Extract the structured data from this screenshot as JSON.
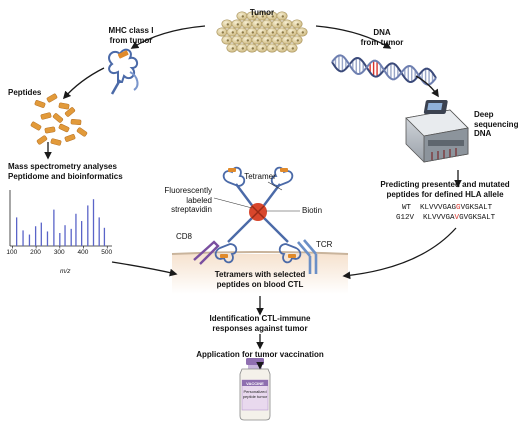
{
  "labels": {
    "tumor": "Tumor",
    "mhc": "MHC class I\nfrom tumor",
    "dna": "DNA\nfrom tumor",
    "peptides": "Peptides",
    "deep_seq": "Deep\nsequencing\nDNA",
    "mass_spec": "Mass spectrometry analyses\nPeptidome and bioinformatics",
    "predicting": "Predicting presented and mutated\npeptides for defined HLA allele",
    "tetramer": "Tetramer",
    "fluor": "Fluorescently\nlabeled\nstreptavidin",
    "biotin": "Biotin",
    "cd8": "CD8",
    "tcr": "TCR",
    "tetramers_selected": "Tetramers with selected\npeptides on blood CTL",
    "identification": "Identification CTL-immune\nresponses against tumor",
    "application": "Application for tumor vaccination"
  },
  "sequences": {
    "wt_label": "WT",
    "wt_seq_a": "KLVVVGAG",
    "wt_seq_mut": "G",
    "wt_seq_b": "VGKSALT",
    "g12v_label": "G12V",
    "g12v_seq_a": "KLVVVGA",
    "g12v_seq_mut": "V",
    "g12v_seq_b": "GVGKSALT"
  },
  "spectrum": {
    "xlabel": "m/z",
    "ticks": [
      "100",
      "200",
      "300",
      "400",
      "500"
    ],
    "peaks": [
      {
        "mz": 118,
        "h": 0.55
      },
      {
        "mz": 145,
        "h": 0.3
      },
      {
        "mz": 172,
        "h": 0.22
      },
      {
        "mz": 198,
        "h": 0.38
      },
      {
        "mz": 222,
        "h": 0.45
      },
      {
        "mz": 248,
        "h": 0.28
      },
      {
        "mz": 275,
        "h": 0.7
      },
      {
        "mz": 300,
        "h": 0.25
      },
      {
        "mz": 322,
        "h": 0.4
      },
      {
        "mz": 348,
        "h": 0.33
      },
      {
        "mz": 368,
        "h": 0.62
      },
      {
        "mz": 392,
        "h": 0.48
      },
      {
        "mz": 418,
        "h": 0.78
      },
      {
        "mz": 442,
        "h": 0.9
      },
      {
        "mz": 466,
        "h": 0.55
      },
      {
        "mz": 488,
        "h": 0.35
      }
    ]
  },
  "vial": {
    "brand": "VACCINE",
    "caption": "Personalized\npeptide tumor"
  },
  "colors": {
    "arrow": "#1a1a1a",
    "tumor_cell": "#e4d6a6",
    "peptide": "#e29a3a",
    "dna_dark": "#3b4a7a",
    "dna_light": "#9aa7c8",
    "mutation": "#d8332a",
    "mhc_blue": "#4b6aa8",
    "mhc_orange": "#e08a2b",
    "streptavidin": "#d8462c",
    "spectrum": "#5a64c8",
    "cell_membrane": "#f2d9c4",
    "vial_cap": "#8f6fb0"
  }
}
